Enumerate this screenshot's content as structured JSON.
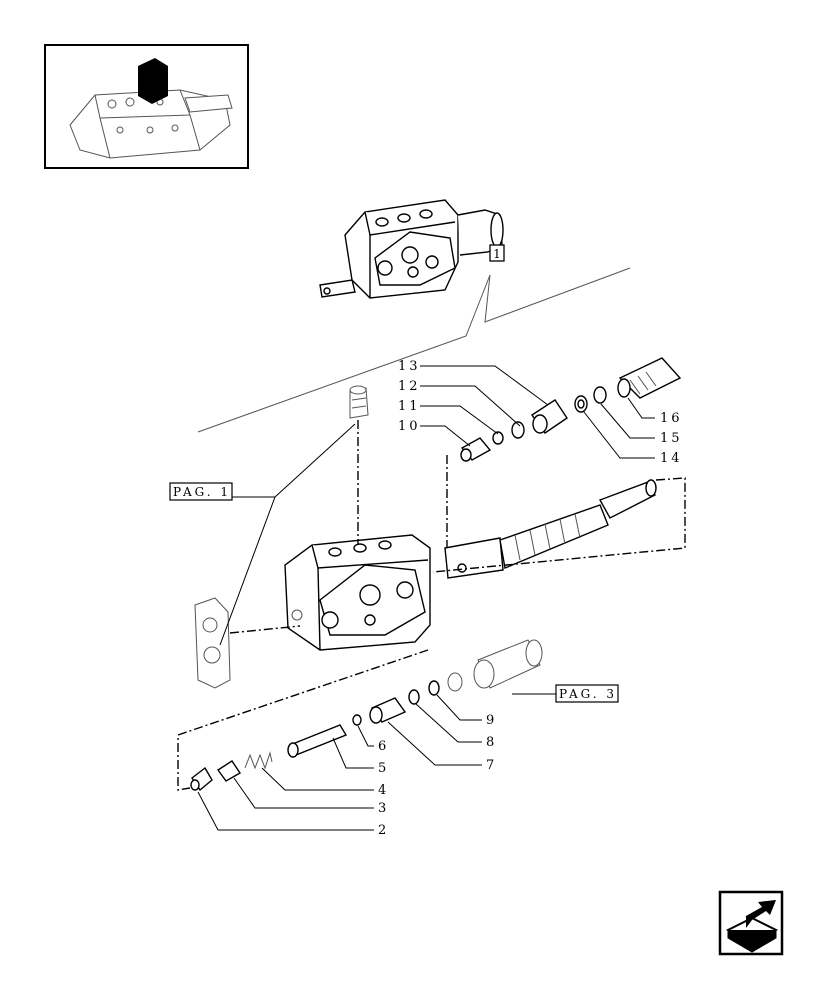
{
  "diagram": {
    "ref_box_label": "1",
    "page_refs": [
      "PAG. 1",
      "PAG. 3"
    ],
    "callouts": [
      "13",
      "12",
      "11",
      "10",
      "16",
      "15",
      "14",
      "9",
      "8",
      "7",
      "6",
      "5",
      "4",
      "3",
      "2"
    ]
  },
  "icons": {
    "thumbnail": "assembly-location-thumbnail-icon",
    "nav": "next-page-arrow-icon"
  }
}
